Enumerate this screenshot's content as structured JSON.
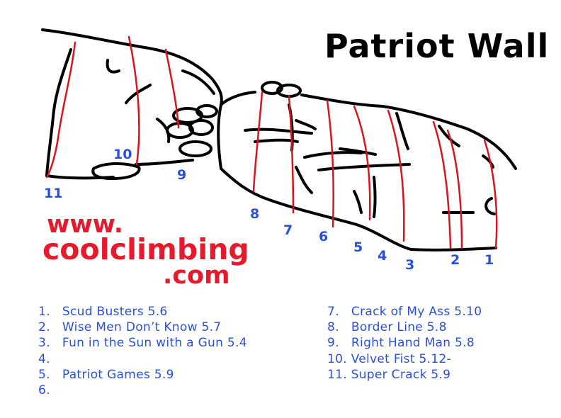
{
  "title": "Patriot Wall",
  "site": {
    "line1": "www.",
    "line2": "coolclimbing",
    "line3": ".com"
  },
  "route_numbers": [
    "1",
    "2",
    "3",
    "4",
    "5",
    "6",
    "7",
    "8",
    "9",
    "10",
    "11"
  ],
  "legend": {
    "left": [
      "1.   Scud Busters 5.6",
      "2.   Wise Men Don’t Know 5.7",
      "3.   Fun in the Sun with a Gun 5.4",
      "4.",
      "5.   Patriot Games 5.9",
      "6."
    ],
    "right": [
      "7.   Crack of My Ass 5.10",
      "8.   Border Line 5.8",
      "9.   Right Hand Man 5.8",
      "10. Velvet Fist 5.12-",
      "11. Super Crack 5.9"
    ]
  },
  "colors": {
    "outline": "#000000",
    "route_line": "#d8141e",
    "route_number": "#2a50d8",
    "site_text": "#e8192c"
  }
}
